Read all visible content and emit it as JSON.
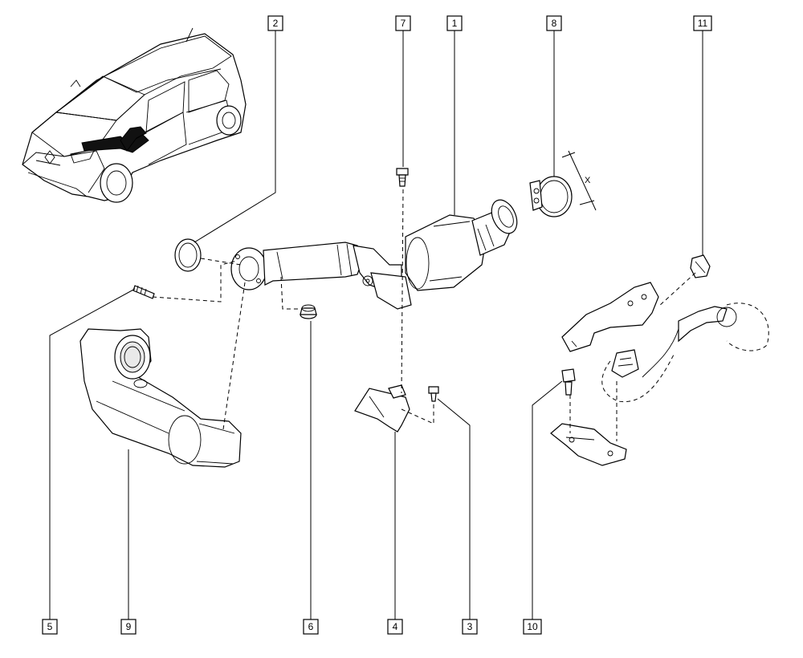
{
  "callouts": [
    {
      "id": "1",
      "label": "1"
    },
    {
      "id": "2",
      "label": "2"
    },
    {
      "id": "3",
      "label": "3"
    },
    {
      "id": "4",
      "label": "4"
    },
    {
      "id": "5",
      "label": "5"
    },
    {
      "id": "6",
      "label": "6"
    },
    {
      "id": "7",
      "label": "7"
    },
    {
      "id": "8",
      "label": "8"
    },
    {
      "id": "9",
      "label": "9"
    },
    {
      "id": "10",
      "label": "10"
    },
    {
      "id": "11",
      "label": "11"
    }
  ],
  "dimension": {
    "label": "X"
  },
  "colors": {
    "line": "#000000",
    "background": "#ffffff",
    "highlight": "#111111"
  }
}
